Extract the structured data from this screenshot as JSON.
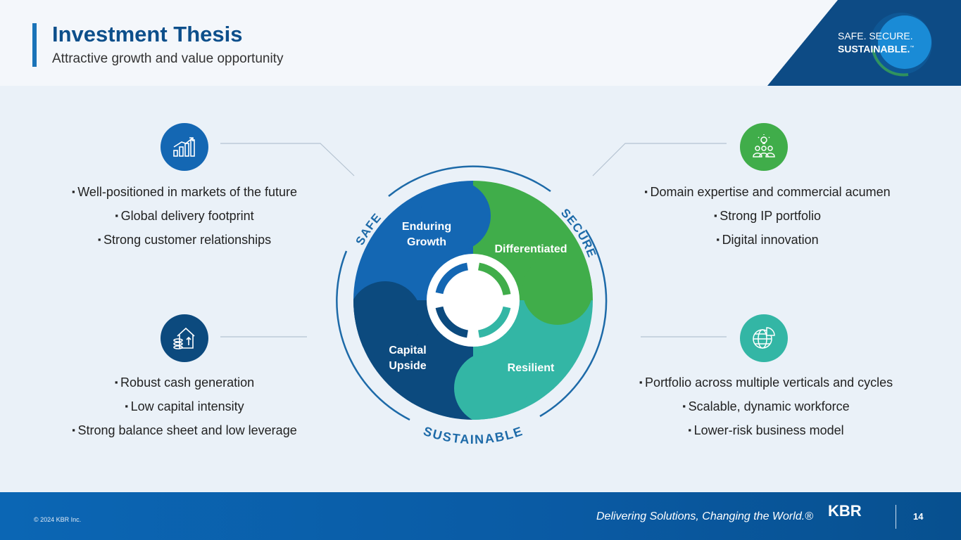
{
  "header": {
    "title": "Investment Thesis",
    "subtitle": "Attractive growth and value opportunity"
  },
  "brand": {
    "line1": "SAFE. SECURE.",
    "line2": "SUSTAINABLE.",
    "tm": "™"
  },
  "diagram": {
    "ring_labels": {
      "safe": "SAFE",
      "secure": "SECURE",
      "sustainable": "SUSTAINABLE"
    },
    "segments": [
      {
        "line1": "Enduring",
        "line2": "Growth",
        "color": "#1467b3"
      },
      {
        "line1": "Differentiated",
        "line2": "",
        "color": "#40ad4a"
      },
      {
        "line1": "Resilient",
        "line2": "",
        "color": "#33b6a5"
      },
      {
        "line1": "Capital",
        "line2": "Upside",
        "color": "#0c4a7e"
      }
    ]
  },
  "panels": {
    "top_left": {
      "icon": "growth-chart-icon",
      "color": "#1467b3",
      "items": [
        "Well-positioned in markets of the future",
        "Global delivery footprint",
        "Strong customer relationships"
      ]
    },
    "top_right": {
      "icon": "team-idea-icon",
      "color": "#40ad4a",
      "items": [
        "Domain expertise and commercial acumen",
        "Strong IP portfolio",
        "Digital innovation"
      ]
    },
    "bottom_left": {
      "icon": "cash-coins-icon",
      "color": "#0c4a7e",
      "items": [
        "Robust cash generation",
        "Low capital intensity",
        "Strong balance sheet and low leverage"
      ]
    },
    "bottom_right": {
      "icon": "globe-chart-icon",
      "color": "#33b6a5",
      "items": [
        "Portfolio across multiple verticals and cycles",
        "Scalable, dynamic workforce",
        "Lower-risk business model"
      ]
    }
  },
  "footer": {
    "copyright": "© 2024 KBR Inc.",
    "tagline": "Delivering Solutions, Changing the World.®",
    "logo": "KBR",
    "page": "14"
  }
}
